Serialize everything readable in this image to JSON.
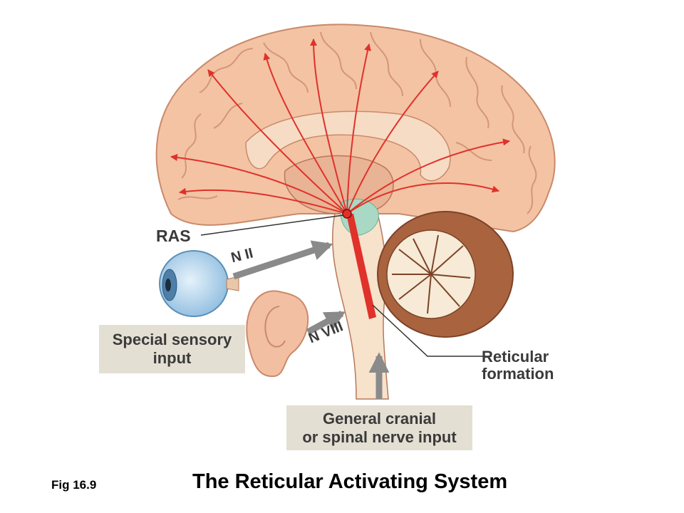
{
  "labels": {
    "ras": "RAS",
    "n_ii": "N II",
    "n_viii": "N VIII",
    "special_sensory_line1": "Special sensory",
    "special_sensory_line2": "input",
    "reticular_line1": "Reticular",
    "reticular_line2": "formation",
    "general_line1": "General cranial",
    "general_line2": "or spinal nerve input"
  },
  "caption": {
    "figure_number": "Fig 16.9",
    "title": "The Reticular Activating System"
  },
  "colors": {
    "brain": "#f3c3a4",
    "brain_outline": "#c98a6a",
    "gyri_lines": "#c9876a",
    "arrow_red": "#e0312a",
    "sensory_arrow": "#8a8a8a",
    "label_box": "#e4dfd3",
    "eye_blue": "#a9cde8",
    "ras_green": "#a9d8c4",
    "cerebellum": "#a9643f",
    "brainstem": "#f7e2cc"
  },
  "icons": {
    "eye": "eye-icon",
    "ear": "ear-icon",
    "brain": "brain-sagittal-illustration"
  }
}
